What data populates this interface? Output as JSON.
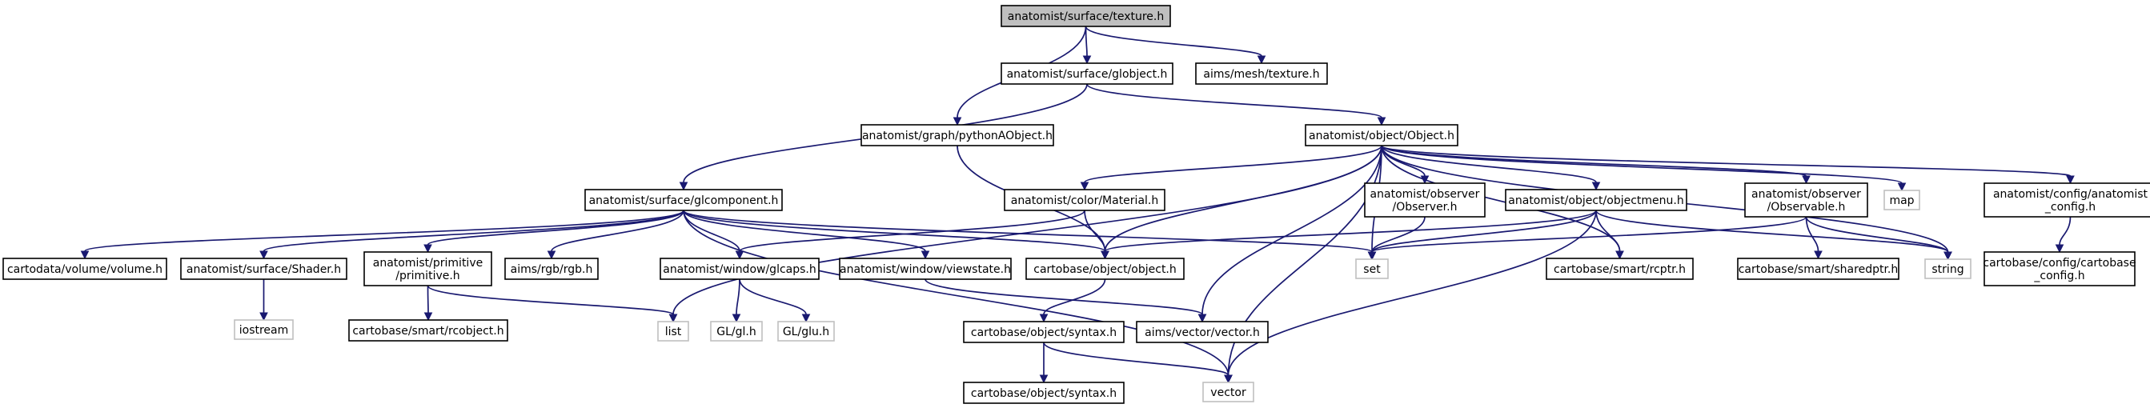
{
  "colors": {
    "edge": "#191970",
    "root_fill": "#bfbfbf",
    "system_border": "#bfbfbf",
    "node_border": "#000000"
  },
  "nodes": [
    {
      "id": "root",
      "lines": [
        "anatomist/surface/texture.h"
      ],
      "kind": "root"
    },
    {
      "id": "globject",
      "lines": [
        "anatomist/surface/globject.h"
      ],
      "kind": "file"
    },
    {
      "id": "aimstexture",
      "lines": [
        "aims/mesh/texture.h"
      ],
      "kind": "file"
    },
    {
      "id": "pythonAObject",
      "lines": [
        "anatomist/graph/pythonAObject.h"
      ],
      "kind": "file"
    },
    {
      "id": "Object",
      "lines": [
        "anatomist/object/Object.h"
      ],
      "kind": "file"
    },
    {
      "id": "glcomponent",
      "lines": [
        "anatomist/surface/glcomponent.h"
      ],
      "kind": "file"
    },
    {
      "id": "Material",
      "lines": [
        "anatomist/color/Material.h"
      ],
      "kind": "file"
    },
    {
      "id": "Observer",
      "lines": [
        "anatomist/observer",
        "/Observer.h"
      ],
      "kind": "file"
    },
    {
      "id": "objectmenu",
      "lines": [
        "anatomist/object/objectmenu.h"
      ],
      "kind": "file"
    },
    {
      "id": "Observable",
      "lines": [
        "anatomist/observer",
        "/Observable.h"
      ],
      "kind": "file"
    },
    {
      "id": "map",
      "lines": [
        "map"
      ],
      "kind": "system"
    },
    {
      "id": "anatomist_config",
      "lines": [
        "anatomist/config/anatomist",
        "_config.h"
      ],
      "kind": "file"
    },
    {
      "id": "volume",
      "lines": [
        "cartodata/volume/volume.h"
      ],
      "kind": "file"
    },
    {
      "id": "Shader",
      "lines": [
        "anatomist/surface/Shader.h"
      ],
      "kind": "file"
    },
    {
      "id": "primitive",
      "lines": [
        "anatomist/primitive",
        "/primitive.h"
      ],
      "kind": "file"
    },
    {
      "id": "rgb",
      "lines": [
        "aims/rgb/rgb.h"
      ],
      "kind": "file"
    },
    {
      "id": "glcaps",
      "lines": [
        "anatomist/window/glcaps.h"
      ],
      "kind": "file"
    },
    {
      "id": "viewstate",
      "lines": [
        "anatomist/window/viewstate.h"
      ],
      "kind": "file"
    },
    {
      "id": "cobject",
      "lines": [
        "cartobase/object/object.h"
      ],
      "kind": "file"
    },
    {
      "id": "set",
      "lines": [
        "set"
      ],
      "kind": "system"
    },
    {
      "id": "rcptr",
      "lines": [
        "cartobase/smart/rcptr.h"
      ],
      "kind": "file"
    },
    {
      "id": "sharedptr",
      "lines": [
        "cartobase/smart/sharedptr.h"
      ],
      "kind": "file"
    },
    {
      "id": "string",
      "lines": [
        "string"
      ],
      "kind": "system"
    },
    {
      "id": "cartobase_config",
      "lines": [
        "cartobase/config/cartobase",
        "_config.h"
      ],
      "kind": "file"
    },
    {
      "id": "iostream",
      "lines": [
        "iostream"
      ],
      "kind": "system"
    },
    {
      "id": "rcobject",
      "lines": [
        "cartobase/smart/rcobject.h"
      ],
      "kind": "file"
    },
    {
      "id": "list",
      "lines": [
        "list"
      ],
      "kind": "system"
    },
    {
      "id": "glh",
      "lines": [
        "GL/gl.h"
      ],
      "kind": "system"
    },
    {
      "id": "gluh",
      "lines": [
        "GL/glu.h"
      ],
      "kind": "system"
    },
    {
      "id": "syntaxA",
      "lines": [
        "cartobase/object/syntax.h"
      ],
      "kind": "file"
    },
    {
      "id": "aimsvector",
      "lines": [
        "aims/vector/vector.h"
      ],
      "kind": "file"
    },
    {
      "id": "syntaxB",
      "lines": [
        "cartobase/object/syntax.h"
      ],
      "kind": "file"
    },
    {
      "id": "vector",
      "lines": [
        "vector"
      ],
      "kind": "system"
    }
  ],
  "edges": [
    [
      "root",
      "globject"
    ],
    [
      "root",
      "aimstexture"
    ],
    [
      "root",
      "pythonAObject"
    ],
    [
      "globject",
      "Object"
    ],
    [
      "globject",
      "glcomponent"
    ],
    [
      "pythonAObject",
      "cobject"
    ],
    [
      "Object",
      "Material"
    ],
    [
      "Object",
      "Observer"
    ],
    [
      "Object",
      "objectmenu"
    ],
    [
      "Object",
      "Observable"
    ],
    [
      "Object",
      "map"
    ],
    [
      "Object",
      "anatomist_config"
    ],
    [
      "Object",
      "cobject"
    ],
    [
      "Object",
      "set"
    ],
    [
      "Object",
      "rcptr"
    ],
    [
      "Object",
      "string"
    ],
    [
      "Object",
      "list"
    ],
    [
      "Object",
      "aimsvector"
    ],
    [
      "Object",
      "vector"
    ],
    [
      "glcomponent",
      "volume"
    ],
    [
      "glcomponent",
      "Shader"
    ],
    [
      "glcomponent",
      "primitive"
    ],
    [
      "glcomponent",
      "rgb"
    ],
    [
      "glcomponent",
      "glcaps"
    ],
    [
      "glcomponent",
      "viewstate"
    ],
    [
      "glcomponent",
      "cobject"
    ],
    [
      "glcomponent",
      "set"
    ],
    [
      "glcomponent",
      "vector"
    ],
    [
      "Material",
      "glcaps"
    ],
    [
      "Material",
      "cobject"
    ],
    [
      "Observer",
      "set"
    ],
    [
      "objectmenu",
      "cobject"
    ],
    [
      "objectmenu",
      "set"
    ],
    [
      "objectmenu",
      "rcptr"
    ],
    [
      "objectmenu",
      "string"
    ],
    [
      "objectmenu",
      "vector"
    ],
    [
      "Observable",
      "set"
    ],
    [
      "Observable",
      "sharedptr"
    ],
    [
      "Observable",
      "string"
    ],
    [
      "anatomist_config",
      "cartobase_config"
    ],
    [
      "Shader",
      "iostream"
    ],
    [
      "primitive",
      "rcobject"
    ],
    [
      "primitive",
      "list"
    ],
    [
      "glcaps",
      "glh"
    ],
    [
      "glcaps",
      "gluh"
    ],
    [
      "viewstate",
      "aimsvector"
    ],
    [
      "cobject",
      "syntaxA"
    ],
    [
      "syntaxA",
      "syntaxB"
    ],
    [
      "syntaxA",
      "vector"
    ]
  ]
}
